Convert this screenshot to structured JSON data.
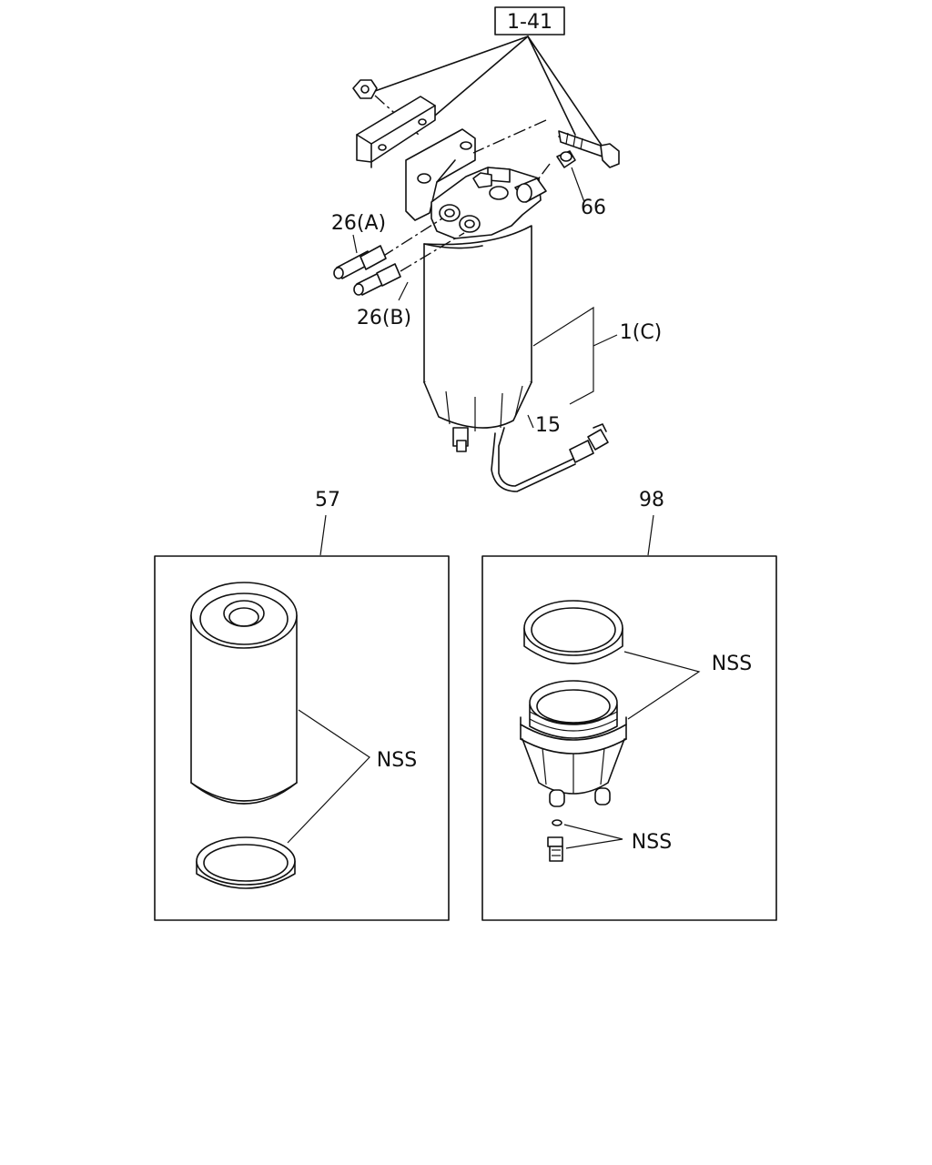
{
  "callouts": {
    "ref_box": "1-41",
    "part_66": "66",
    "part_26a": "26(A)",
    "part_26b": "26(B)",
    "part_1c": "1(C)",
    "part_15": "15",
    "part_57": "57",
    "part_98": "98",
    "nss_57": "NSS",
    "nss_98_top": "NSS",
    "nss_98_bottom": "NSS"
  }
}
